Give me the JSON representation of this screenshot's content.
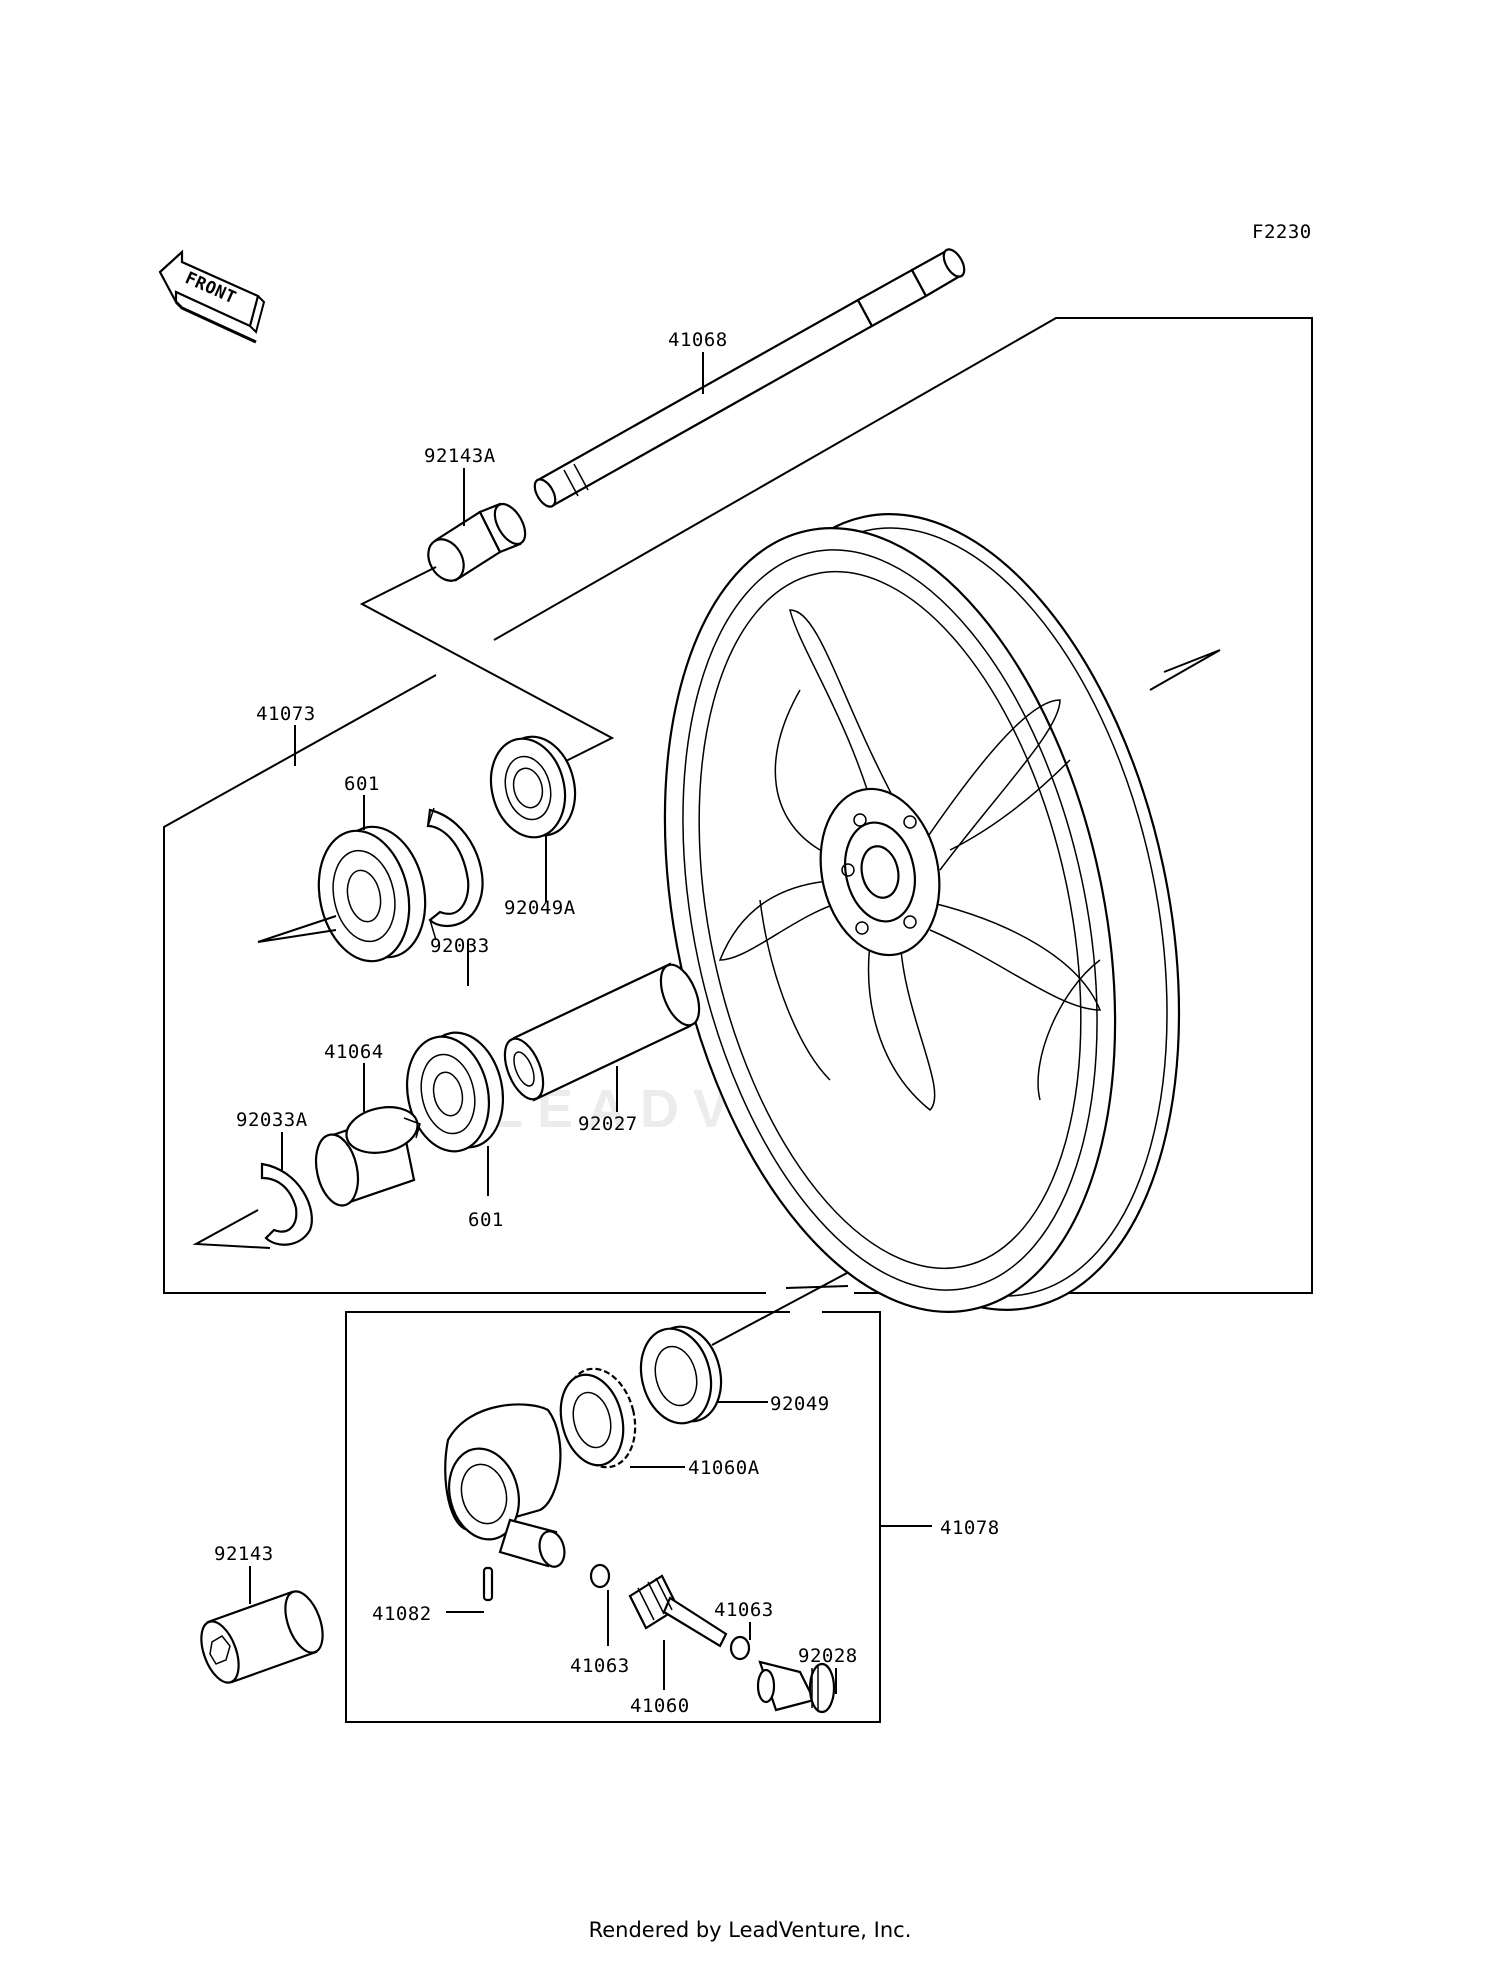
{
  "diagram": {
    "figure_code": "F2230",
    "front_arrow_label": "FRONT",
    "watermark": "LEADVENTURE",
    "footer": "Rendered by LeadVenture, Inc.",
    "callouts": {
      "c41068": "41068",
      "c92143A": "92143A",
      "c41073": "41073",
      "c601a": "601",
      "c92033": "92033",
      "c92049A": "92049A",
      "c41064": "41064",
      "c92033A": "92033A",
      "c92027": "92027",
      "c601b": "601",
      "c92049": "92049",
      "c41060A": "41060A",
      "c41078": "41078",
      "c92143": "92143",
      "c41082": "41082",
      "c41063a": "41063",
      "c41063b": "41063",
      "c92028": "92028",
      "c41060": "41060"
    }
  }
}
